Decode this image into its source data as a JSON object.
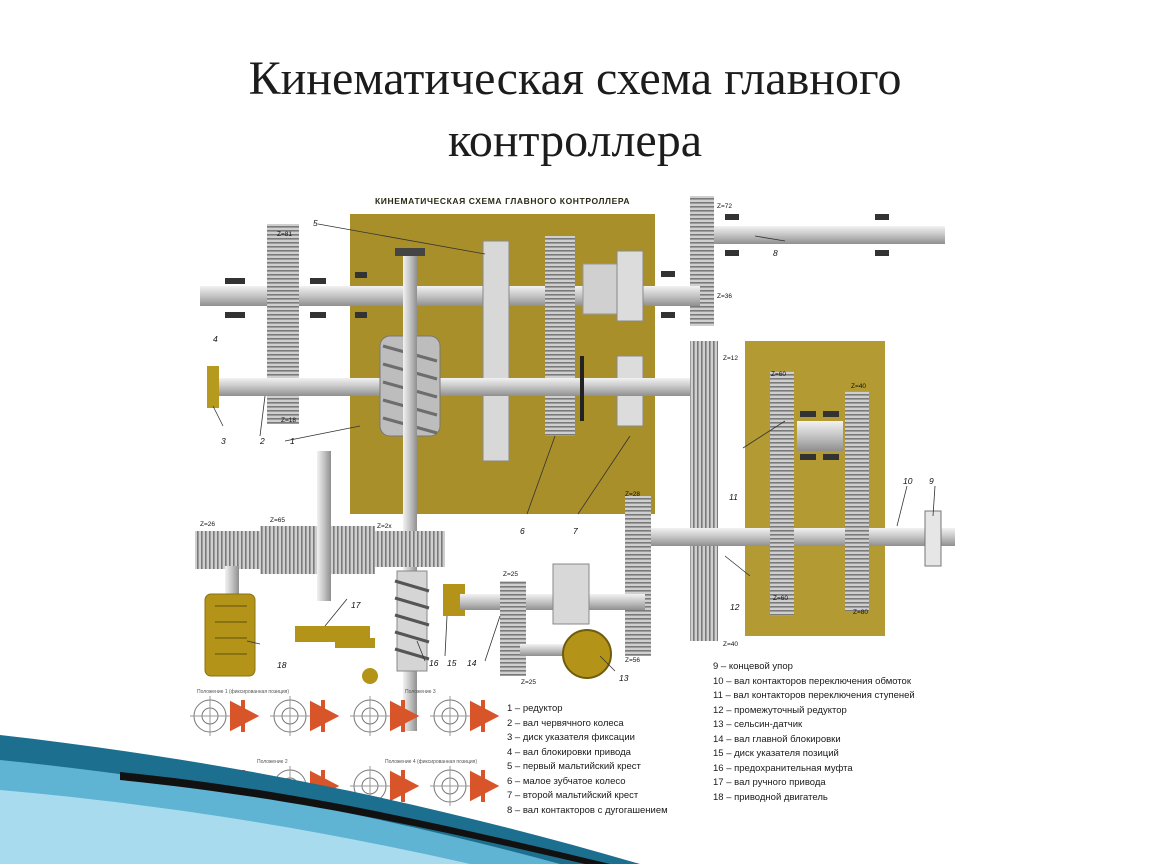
{
  "slide": {
    "title_line1": "Кинематическая схема главного",
    "title_line2": "контроллера"
  },
  "figure": {
    "heading": "КИНЕМАТИЧЕСКАЯ   СХЕМА ГЛАВНОГО КОНТРОЛЛЕРА",
    "gear_labels": [
      "Z=72",
      "Z=36",
      "Z=81",
      "Z=18",
      "Z=12",
      "Z=60",
      "Z=40",
      "Z=60",
      "Z=80",
      "Z=28",
      "Z=40",
      "Z=56",
      "Z=25",
      "Z=25",
      "Z=26",
      "Z=65",
      "Z=2x"
    ],
    "part_numbers": [
      "1",
      "2",
      "3",
      "4",
      "5",
      "6",
      "7",
      "8",
      "9",
      "10",
      "11",
      "12",
      "13",
      "14",
      "15",
      "16",
      "17",
      "18"
    ],
    "position_labels": [
      "Положение 1 (фиксированная позиция)",
      "Положение 3",
      "Положение 2",
      "Положение 4 (фиксированная позиция)"
    ],
    "legend_left": [
      "1 – редуктор",
      "2 – вал червячного колеса",
      "3 – диск указателя фиксации",
      "4 – вал блокировки привода",
      "5 – первый мальтийский крест",
      "6 – малое зубчатое колесо",
      "7 – второй мальтийский крест",
      "8 – вал контакторов с дугогашением"
    ],
    "legend_right": [
      "9 – концевой упор",
      "10 – вал контакторов переключения обмоток",
      "11 – вал контакторов переключения ступеней",
      "12 – промежуточный редуктор",
      "13 – сельсин-датчик",
      "14 – вал главной блокировки",
      "15 – диск указателя позиций",
      "16 – предохранительная муфта",
      "17 – вал ручного привода",
      "18 – приводной двигатель"
    ]
  },
  "colors": {
    "panel_olive": "#a88f2a",
    "panel_olive_light": "#c8b44a",
    "metal": "#c9c9c9",
    "gear_dark": "#8c8c8c",
    "accent_teal": "#1d6f8f",
    "accent_light": "#9fd3e8"
  }
}
